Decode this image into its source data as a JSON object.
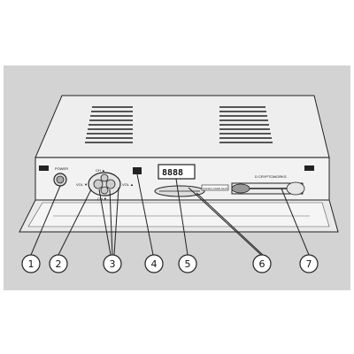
{
  "device": {
    "panel_labels": {
      "power": "POWER",
      "ch_up": "CH ▲",
      "ch_down": "CH ▼",
      "vol_down": "VOL ▼",
      "vol_up": "VOL ▲",
      "card_slot": "D CRYPTOWORKS",
      "cam_slot": "CONAX CARD SLOT"
    },
    "display_digits": "8888"
  },
  "callouts": [
    {
      "id": "1",
      "label": "1"
    },
    {
      "id": "2",
      "label": "2"
    },
    {
      "id": "3",
      "label": "3"
    },
    {
      "id": "4",
      "label": "4"
    },
    {
      "id": "5",
      "label": "5"
    },
    {
      "id": "6",
      "label": "6"
    },
    {
      "id": "7",
      "label": "7"
    }
  ],
  "colors": {
    "background_panel": "#d3d3d3",
    "device_fill": "#efefef",
    "outline": "#222222"
  }
}
